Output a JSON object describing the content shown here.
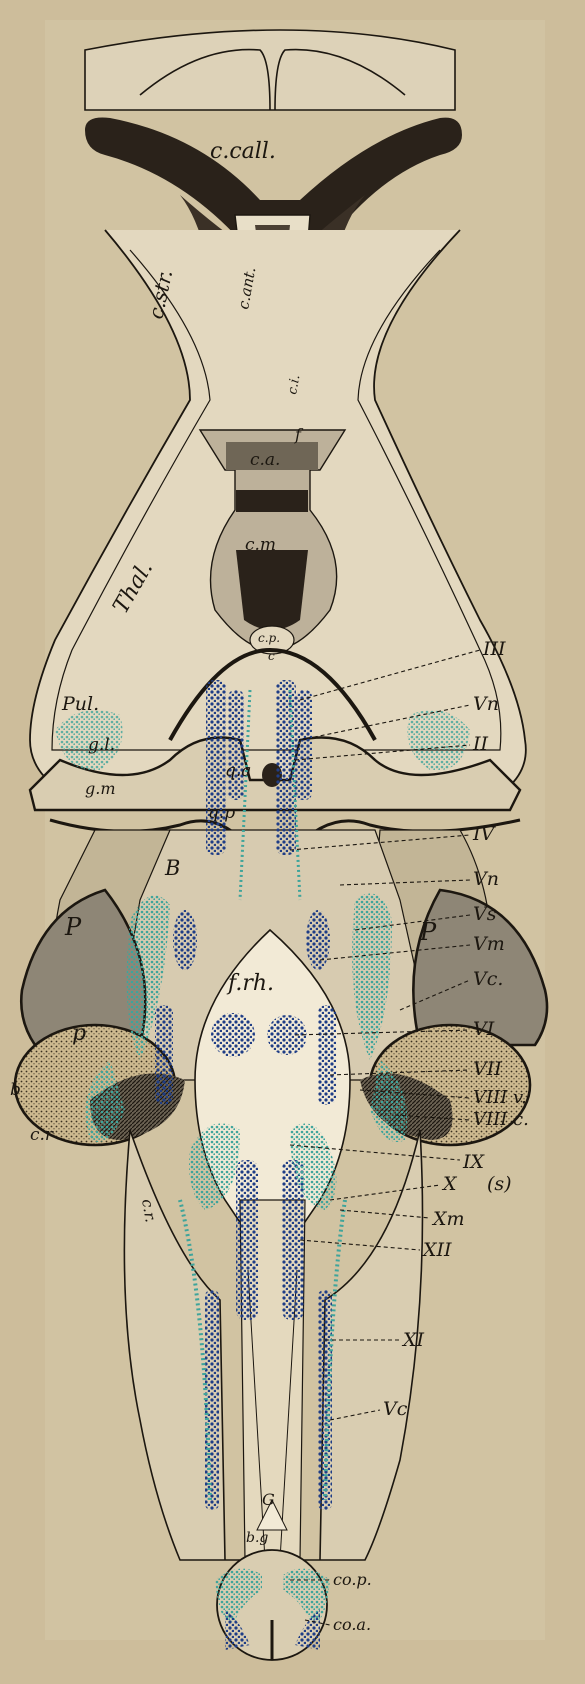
{
  "figure": {
    "structure_labels": {
      "c_call": "c.call.",
      "c_str": "c.str.",
      "c_ant": "c.ant.",
      "c_i": "c.i.",
      "f": "f",
      "c_a": "c.a.",
      "c_m": "c.m",
      "c_p": "c.p.",
      "c": "c",
      "thal": "Thal.",
      "pul": "Pul.",
      "g_l": "g.l.",
      "g_m": "g.m",
      "q_a": "q.a",
      "q_p": "q.p",
      "B": "B",
      "P_left": "P",
      "P_right": "P",
      "p_left": "p",
      "f_rh": "f.rh.",
      "b": "b",
      "c_r_outer": "c.r",
      "c_r_inner": "c.r.",
      "G": "G",
      "b_g": "b.g"
    },
    "leader_labels": [
      {
        "id": "III",
        "text": "III"
      },
      {
        "id": "Vn_upper",
        "text": "Vn"
      },
      {
        "id": "II",
        "text": "II"
      },
      {
        "id": "IV",
        "text": "IV"
      },
      {
        "id": "Vn_lower",
        "text": "Vn"
      },
      {
        "id": "Vs",
        "text": "Vs"
      },
      {
        "id": "Vm",
        "text": "Vm"
      },
      {
        "id": "Vc_upper",
        "text": "Vc."
      },
      {
        "id": "VI",
        "text": "VI"
      },
      {
        "id": "VII",
        "text": "VII"
      },
      {
        "id": "VIIIv",
        "text": "VIII v."
      },
      {
        "id": "VIIIc",
        "text": "VIII c."
      },
      {
        "id": "IX",
        "text": "IX"
      },
      {
        "id": "X",
        "text": "X"
      },
      {
        "id": "Xm",
        "text": "Xm"
      },
      {
        "id": "XII",
        "text": "XII"
      },
      {
        "id": "XI",
        "text": "XI"
      },
      {
        "id": "Vc_lower",
        "text": "Vc"
      },
      {
        "id": "cop",
        "text": "co.p."
      },
      {
        "id": "coa",
        "text": "co.a."
      }
    ],
    "extra_label": "(s)",
    "colors": {
      "paper": "#cdbd9b",
      "tissue": "#ddd2b8",
      "dark_fibers": "#2a221a",
      "mid_gray": "#8e8676",
      "motor_nuclei_blue": "#1f3d86",
      "sensory_nuclei_teal": "#3ea49b"
    }
  }
}
